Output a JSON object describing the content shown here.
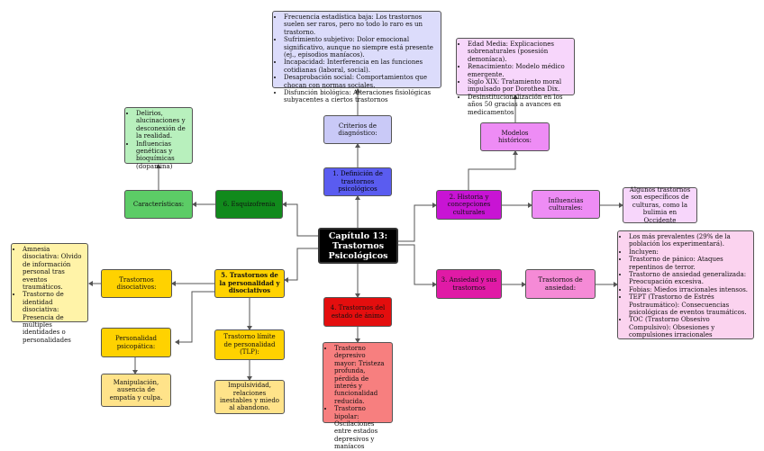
{
  "central": {
    "line1": "Capítulo 13:",
    "line2": "Trastornos",
    "line3": "Psicológicos"
  },
  "n1": {
    "title": "1. Definición de trastornos psicológicos"
  },
  "criterios": {
    "title": "Criterios de diagnóstico:"
  },
  "criterios_list": [
    "Frecuencia estadística baja: Los trastornos suelen ser raros, pero no todo lo raro es un trastorno.",
    "Sufrimiento subjetivo: Dolor emocional significativo, aunque no siempre está presente (ej., episodios maníacos).",
    "Incapacidad: Interferencia en las funciones cotidianas (laboral, social).",
    "Desaprobación social: Comportamientos que chocan con normas sociales.",
    "Disfunción biológica: Alteraciones fisiológicas subyacentes a ciertos trastornos"
  ],
  "n2": {
    "title": "2. Historia y concepciones culturales"
  },
  "modelos": {
    "title": "Modelos históricos:"
  },
  "modelos_list": [
    "Edad Media: Explicaciones sobrenaturales (posesión demoníaca).",
    "Renacimiento: Modelo médico emergente.",
    "Siglo XIX: Tratamiento moral impulsado por Dorothea Dix.",
    "Desinstitucionalización en los años 50 gracias a avances en medicamentos"
  ],
  "influencias": {
    "title": "Influencias culturales:"
  },
  "influencias_text": "Algunos trastornos son específicos de culturas, como la bulimia en Occidente",
  "n3": {
    "title": "3. Ansiedad y sus trastornos"
  },
  "ansiedad": {
    "title": "Trastornos de ansiedad:"
  },
  "ansiedad_list": [
    "Los más prevalentes (29% de la población los experimentará).",
    "Incluyen:",
    "Trastorno de pánico: Ataques repentinos de terror.",
    "Trastorno de ansiedad generalizada: Preocupación excesiva.",
    "Fobias: Miedos irracionales intensos.",
    "TEPT (Trastorno de Estrés Postraumático): Consecuencias psicológicas de eventos traumáticos.",
    "TOC (Trastorno Obsesivo Compulsivo): Obsesiones y compulsiones irracionales"
  ],
  "n4": {
    "title": "4. Trastornos del estado de ánimo"
  },
  "animo_list": [
    "Trastorno depresivo mayor: Tristeza profunda, pérdida de interés y funcionalidad reducida.",
    "Trastorno bipolar: Oscilaciones entre estados depresivos y maníacos"
  ],
  "n5": {
    "title": "5. Trastornos de la personalidad y disociativos"
  },
  "disociativos": {
    "title": "Trastornos disociativos:"
  },
  "disociativos_list": [
    "Amnesia disociativa: Olvido de información personal tras eventos traumáticos.",
    "Trastorno de identidad disociativa: Presencia de múltiples identidades o personalidades"
  ],
  "psicopatica": {
    "title": "Personalidad psicopática:"
  },
  "psicopatica_text": "Manipulación, ausencia de empatía y culpa.",
  "tlp": {
    "title": "Trastorno límite de personalidad (TLP):"
  },
  "tlp_text": "Impulsividad, relaciones inestables y miedo al abandono.",
  "n6": {
    "title": "6. Esquizofrenia"
  },
  "caracteristicas": {
    "title": "Características:"
  },
  "caracteristicas_list": [
    "Delirios, alucinaciones y desconexión de la realidad.",
    "Influencias genéticas y bioquímicas (dopamina)"
  ],
  "colors": {
    "central": "#000000",
    "n1": "#5a5cf0",
    "n1_light": "#c9c9f7",
    "n1_pale": "#dcdcfb",
    "n2": "#c814d4",
    "n2_light": "#ee8cf5",
    "n2_pale": "#f7d6fb",
    "n3": "#e01aa6",
    "n3_light": "#f58ad6",
    "n3_pale": "#fbd3ef",
    "n4": "#e40e0e",
    "n4_light": "#f77f7f",
    "n5": "#ffd200",
    "n5_light": "#ffe38a",
    "n5_pale": "#fff3a8",
    "n6": "#118a1c",
    "n6_light": "#5ccc66",
    "n6_pale": "#b8f0bd"
  }
}
